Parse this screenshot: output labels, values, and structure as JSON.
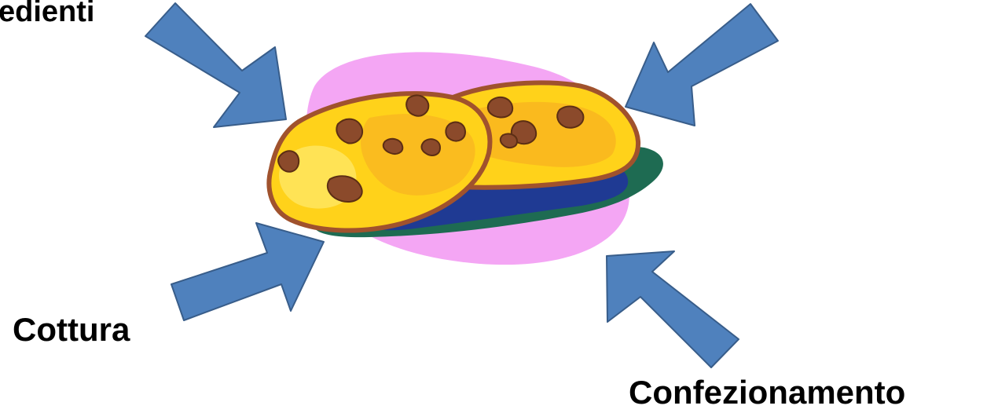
{
  "labels": {
    "ingredienti": "edienti",
    "cottura": "Cottura",
    "confezionamento": "Confezionamento"
  },
  "colors": {
    "arrow_fill": "#4F81BD",
    "arrow_stroke": "#385D8A",
    "plate_pink": "#F4A6F4",
    "plate_blue": "#1F3A93",
    "plate_green": "#1E6B52",
    "cookie_yellow": "#FFD21A",
    "cookie_outline": "#A0522D",
    "chip_brown": "#8B4A2B"
  }
}
